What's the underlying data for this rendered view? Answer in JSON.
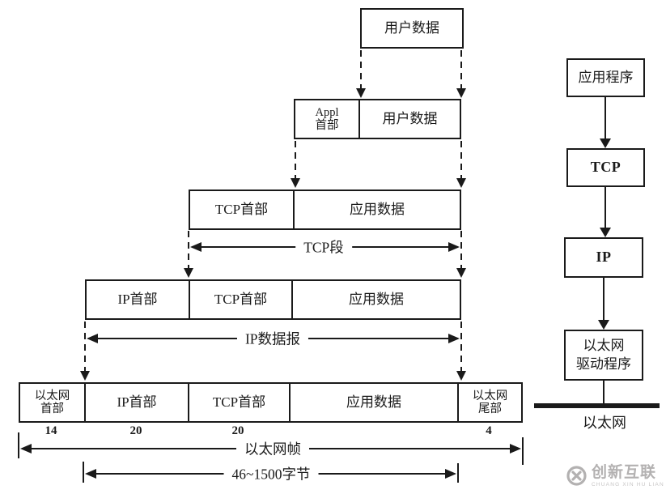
{
  "colors": {
    "ink": "#1a1a1a",
    "background": "#ffffff",
    "watermark": "#b3b1b1"
  },
  "stack": {
    "row1": {
      "user_data": "用户数据"
    },
    "row2": {
      "appl_header_l1": "Appl",
      "appl_header_l2": "首部",
      "user_data": "用户数据"
    },
    "row3": {
      "tcp_header": "TCP首部",
      "app_data": "应用数据"
    },
    "row4": {
      "ip_header": "IP首部",
      "tcp_header": "TCP首部",
      "app_data": "应用数据"
    },
    "row5": {
      "eth_header_l1": "以太网",
      "eth_header_l2": "首部",
      "ip_header": "IP首部",
      "tcp_header": "TCP首部",
      "app_data": "应用数据",
      "eth_trailer_l1": "以太网",
      "eth_trailer_l2": "尾部"
    }
  },
  "sizes": {
    "eth_header": "14",
    "ip_header": "20",
    "tcp_header": "20",
    "eth_trailer": "4"
  },
  "measures": {
    "tcp_segment": "TCP段",
    "ip_datagram": "IP数据报",
    "eth_frame": "以太网帧",
    "frame_payload": "46~1500字节"
  },
  "protocol_stack": {
    "application": "应用程序",
    "tcp": "TCP",
    "ip": "IP",
    "driver_l1": "以太网",
    "driver_l2": "驱动程序",
    "ethernet": "以太网"
  },
  "watermark": {
    "brand": "创新互联",
    "caption": "CHUANG XIN HU LIAN"
  }
}
